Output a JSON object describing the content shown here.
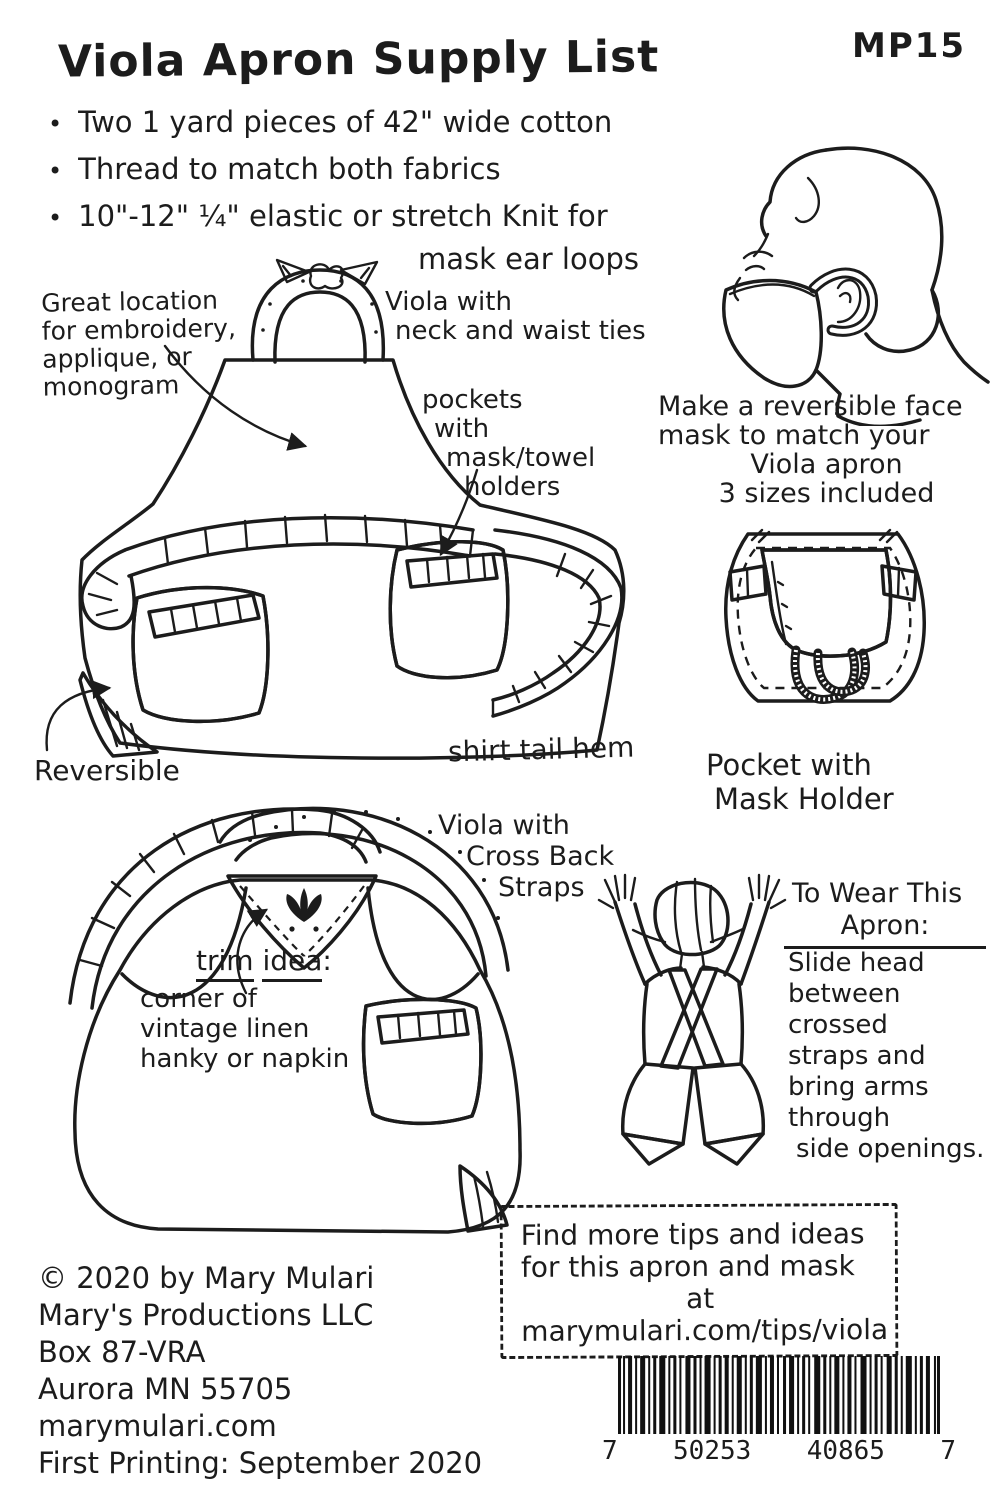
{
  "colors": {
    "ink": "#1c1c1c",
    "paper": "#ffffff"
  },
  "header": {
    "title": "Viola Apron Supply List",
    "product_code": "MP15"
  },
  "supplies": {
    "items": [
      "Two 1 yard pieces of 42\" wide cotton",
      "Thread to match both fabrics",
      "10\"-12\" ¼\" elastic or stretch Knit for"
    ],
    "item3_continuation": "mask ear loops"
  },
  "mask_section": {
    "caption_lines": [
      "Make a reversible face",
      "mask to match your",
      "Viola apron",
      "3  sizes included"
    ]
  },
  "apron_front": {
    "embellish_lines": [
      "Great location",
      "for embroidery,",
      "applique, or",
      "monogram"
    ],
    "style_lines": [
      "Viola with",
      "neck and waist ties"
    ],
    "pockets_lines": [
      "pockets",
      "with",
      "mask/towel",
      "holders"
    ],
    "reversible_label": "Reversible",
    "hem_label": "shirt tail hem"
  },
  "pocket_section": {
    "caption_lines": [
      "Pocket with",
      "Mask Holder"
    ]
  },
  "apron_back": {
    "style_lines": [
      "Viola with",
      "Cross Back",
      "Straps"
    ],
    "trim_word1": "trim",
    "trim_word2": "idea",
    "trim_colon": ":",
    "note_lines": [
      "corner of",
      "vintage linen",
      "hanky or napkin"
    ]
  },
  "wear_section": {
    "heading_lines": [
      "To Wear This",
      "Apron:"
    ],
    "body_lines": [
      "Slide head",
      "between crossed",
      "straps and",
      "bring arms",
      "through",
      "side openings."
    ]
  },
  "footer": {
    "lines": [
      "© 2020 by Mary Mulari",
      "Mary's Productions LLC",
      "Box 87-VRA",
      "Aurora MN 55705",
      "marymulari.com",
      "First Printing: September 2020"
    ]
  },
  "tips_box": {
    "lines": [
      "Find more tips and ideas",
      "for this apron and mask",
      "at",
      "marymulari.com/tips/viola"
    ]
  },
  "barcode": {
    "digit_left": "7",
    "group1": "50253",
    "group2": "40865",
    "digit_right": "7"
  }
}
